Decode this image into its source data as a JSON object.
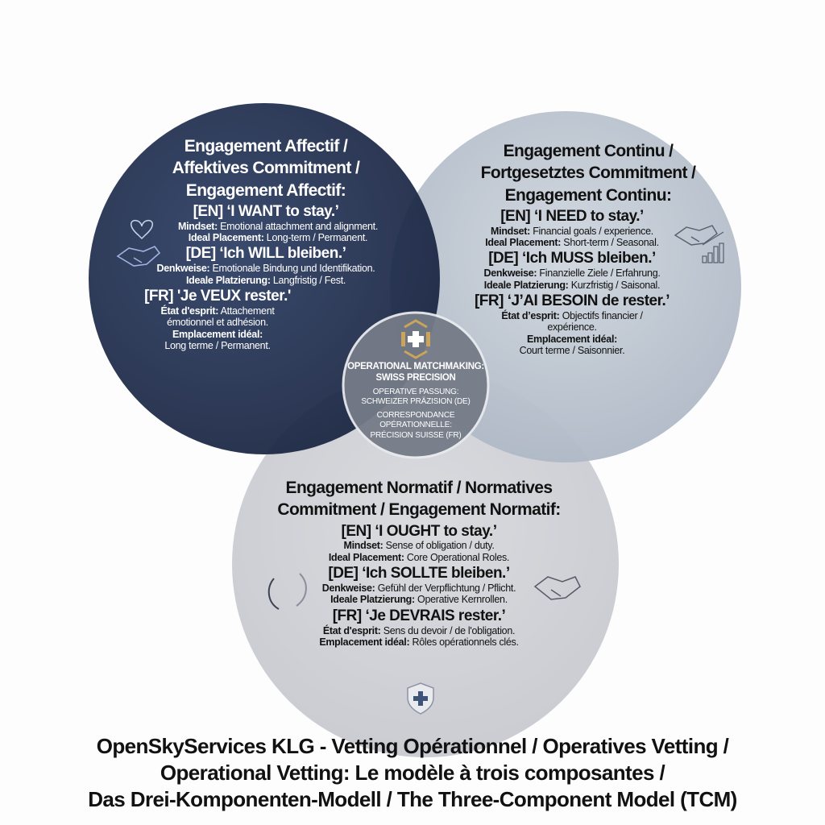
{
  "colors": {
    "affective": "#1f2f52",
    "continuance": "#b9c3cf",
    "normative": "#d3d5da",
    "center": "#7a808b",
    "gold": "#c9a45a"
  },
  "affective": {
    "heading": [
      "Engagement Affectif /",
      "Affektives Commitment /",
      "Engagement Affectif:"
    ],
    "en": {
      "quote": "[EN] ‘I WANT to stay.’",
      "l1_label": "Mindset:",
      "l1_text": " Emotional attachment and alignment.",
      "l2_label": "Ideal Placement:",
      "l2_text": " Long-term / Permanent."
    },
    "de": {
      "quote": "[DE] ‘Ich WILL bleiben.’",
      "l1_label": "Denkweise:",
      "l1_text": " Emotionale Bindung und Identifikation.",
      "l2_label": "Ideale Platzierung:",
      "l2_text": " Langfristig / Fest."
    },
    "fr": {
      "quote": "[FR] 'Je VEUX rester.'",
      "l1_label": "État d'esprit:",
      "l1_text": " Attachement",
      "l1_cont": "émotionnel et adhésion.",
      "l2_label": "Emplacement idéal:",
      "l2_text": "Long terme / Permanent."
    },
    "icons": [
      "heart-icon",
      "handshake-icon"
    ]
  },
  "continuance": {
    "heading": [
      "Engagement Continu /",
      "Fortgesetztes Commitment /",
      "Engagement Continu:"
    ],
    "en": {
      "quote": "[EN] ‘I NEED to stay.’",
      "l1_label": "Mindset:",
      "l1_text": " Financial goals / experience.",
      "l2_label": "Ideal Placement:",
      "l2_text": " Short-term / Seasonal."
    },
    "de": {
      "quote": "[DE] ‘Ich MUSS bleiben.’",
      "l1_label": "Denkweise:",
      "l1_text": " Finanzielle Ziele / Erfahrung.",
      "l2_label": "Ideale Platzierung:",
      "l2_text": " Kurzfristig / Saisonal."
    },
    "fr": {
      "quote": "[FR] ‘J’AI BESOIN de rester.’",
      "l1_label": "État d’esprit:",
      "l1_text": " Objectifs financier /",
      "l1_cont": "expérience.",
      "l2_label": "Emplacement idéal:",
      "l2_text": "Court terme / Saisonnier."
    },
    "icons": [
      "handshake-icon",
      "bar-chart-icon"
    ]
  },
  "normative": {
    "heading": [
      "Engagement Normatif / Normatives",
      "Commitment / Engagement Normatif:"
    ],
    "en": {
      "quote": "[EN] ‘I OUGHT to stay.’",
      "l1_label": "Mindset:",
      "l1_text": " Sense of obligation / duty.",
      "l2_label": "Ideal Placement:",
      "l2_text": " Core Operational Roles."
    },
    "de": {
      "quote": "[DE] ‘Ich SOLLTE bleiben.’",
      "l1_label": "Denkweise:",
      "l1_text": " Gefühl der Verpflichtung / Pflicht.",
      "l2_label": "Ideale Platzierung:",
      "l2_text": " Operative Kernrollen."
    },
    "fr": {
      "quote": "[FR] ‘Je DEVRAIS rester.’",
      "l1_label": "État d'esprit:",
      "l1_text": " Sens du devoir / de l'obligation.",
      "l2_label": "Emplacement idéal:",
      "l2_text": " Rôles opérationnels clés."
    },
    "icons": [
      "laurel-icon",
      "handshake-icon",
      "shield-icon"
    ]
  },
  "center": {
    "en": [
      "OPERATIONAL MATCHMAKING:",
      "SWISS PRECISION"
    ],
    "de": [
      "OPERATIVE PASSUNG:",
      "SCHWEIZER PRÄZISION (DE)"
    ],
    "fr": [
      "CORRESPONDANCE",
      "OPÉRATIONNELLE:",
      "PRÉCISION SUISSE (FR)"
    ],
    "icon": "swiss-cross-icon"
  },
  "title": [
    "OpenSkyServices KLG - Vetting Opérationnel / Operatives Vetting /",
    "Operational Vetting: Le modèle à trois composantes /",
    "Das Drei-Komponenten-Modell / The Three-Component Model (TCM)"
  ]
}
